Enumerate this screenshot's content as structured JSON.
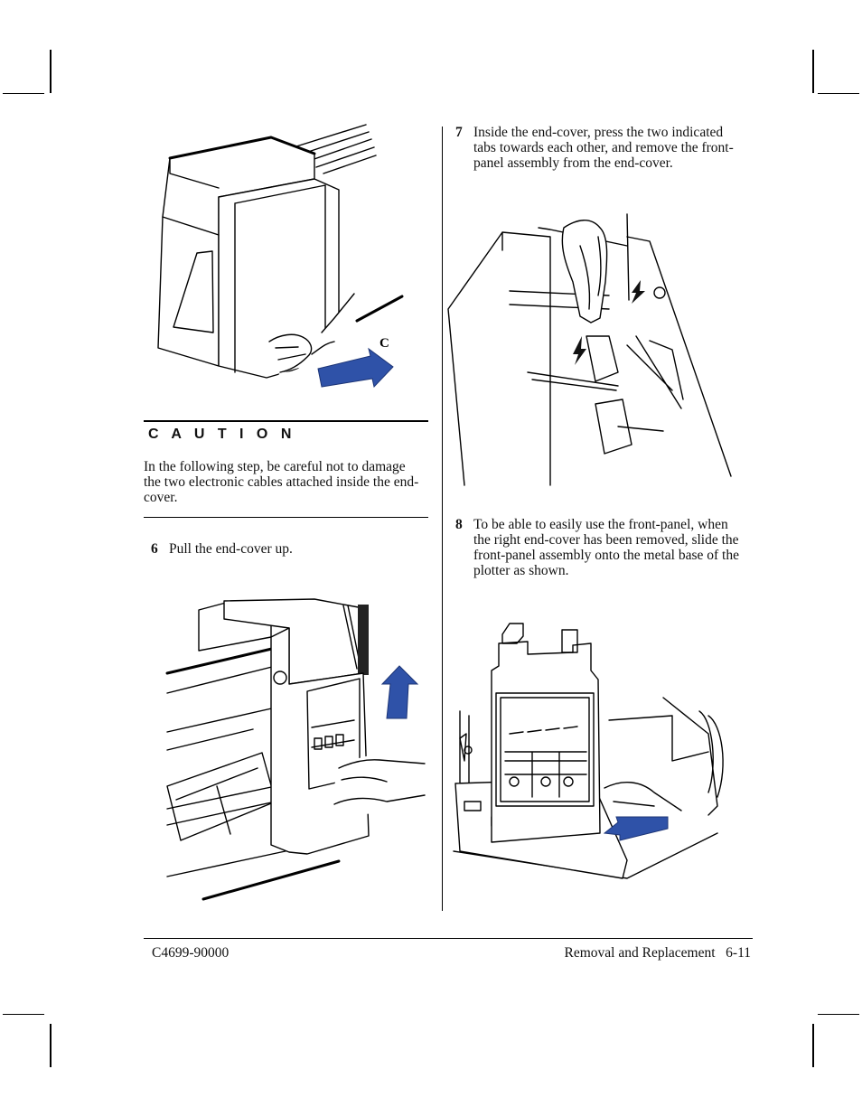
{
  "caution": {
    "title": "C A U T I O N",
    "text": "In the following step, be careful not to damage the two electronic cables attached inside the end-cover."
  },
  "figure_end_cover_slide": {
    "label": "C"
  },
  "steps": [
    {
      "number": "6",
      "text": "Pull the end-cover up."
    },
    {
      "number": "7",
      "text": "Inside the end-cover, press the two indicated tabs towards each other, and remove the front-panel assembly from the end-cover."
    },
    {
      "number": "8",
      "text": "To be able to easily use the front-panel, when the right end-cover has been removed, slide the front-panel assembly onto the metal base of the plotter as shown."
    }
  ],
  "footer": {
    "part_number": "C4699-90000",
    "section": "Removal and Replacement   6-11"
  },
  "colors": {
    "arrow": "#2f52a8",
    "text": "#111111"
  }
}
